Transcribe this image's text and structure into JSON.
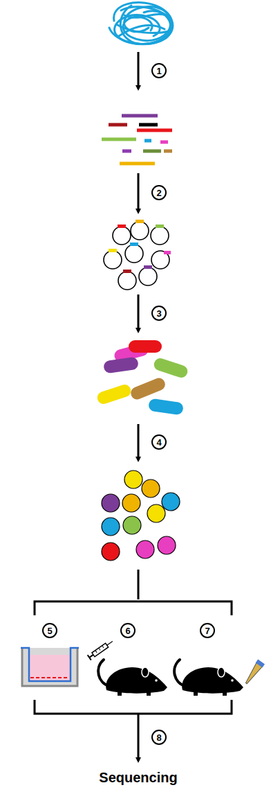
{
  "diagram": {
    "labels": [
      "1",
      "2",
      "3",
      "4",
      "5",
      "6",
      "7",
      "8",
      "Sequencing"
    ]
  }
}
